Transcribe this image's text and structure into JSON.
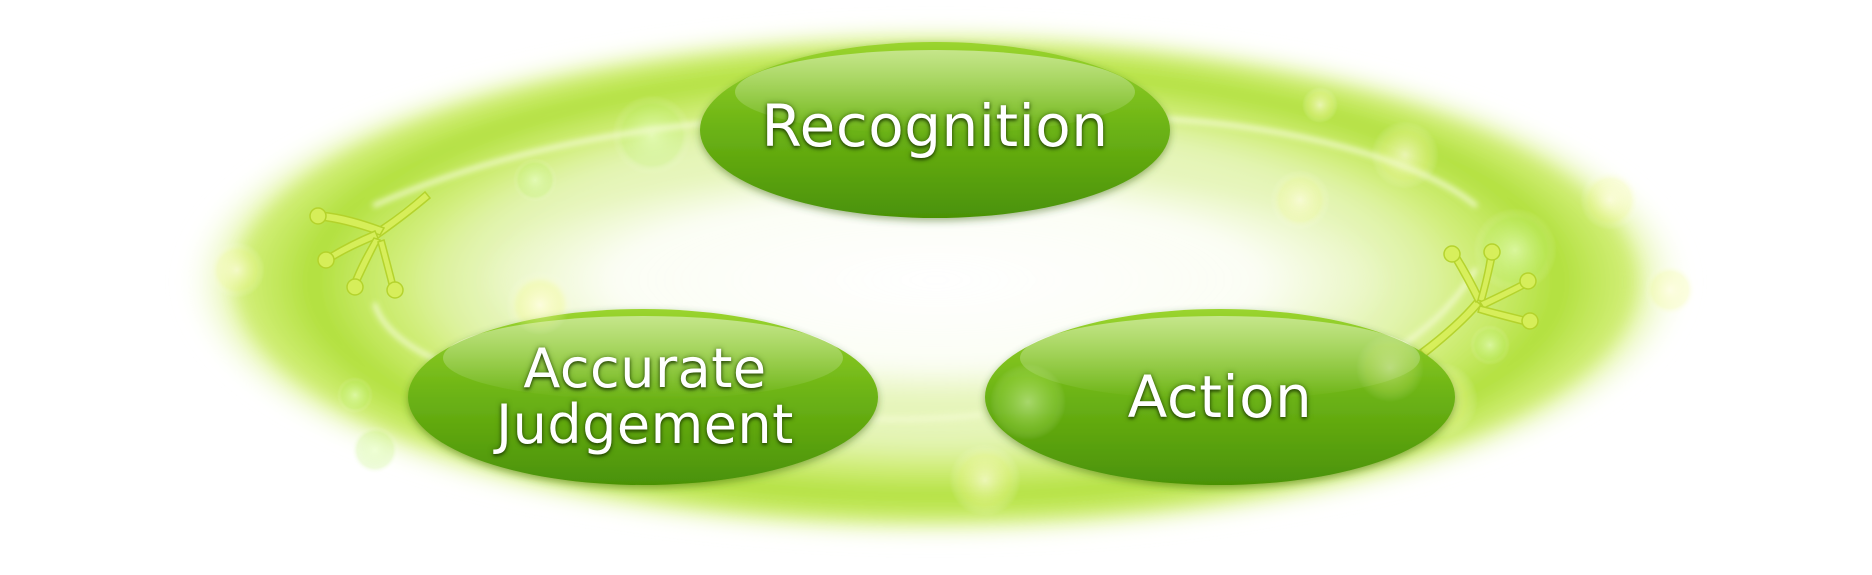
{
  "diagram": {
    "nodes": [
      {
        "id": "recognition",
        "label": "Recognition"
      },
      {
        "id": "judgement",
        "label_line1": "Accurate",
        "label_line2": "Judgement"
      },
      {
        "id": "action",
        "label": "Action"
      }
    ],
    "colors": {
      "node_fill_light": "#8ccd2a",
      "node_fill_dark": "#4f9a08",
      "glow": "#b5e61d",
      "glow_yellow": "#e6f25a",
      "background": "#ffffff",
      "label": "#ffffff"
    }
  }
}
